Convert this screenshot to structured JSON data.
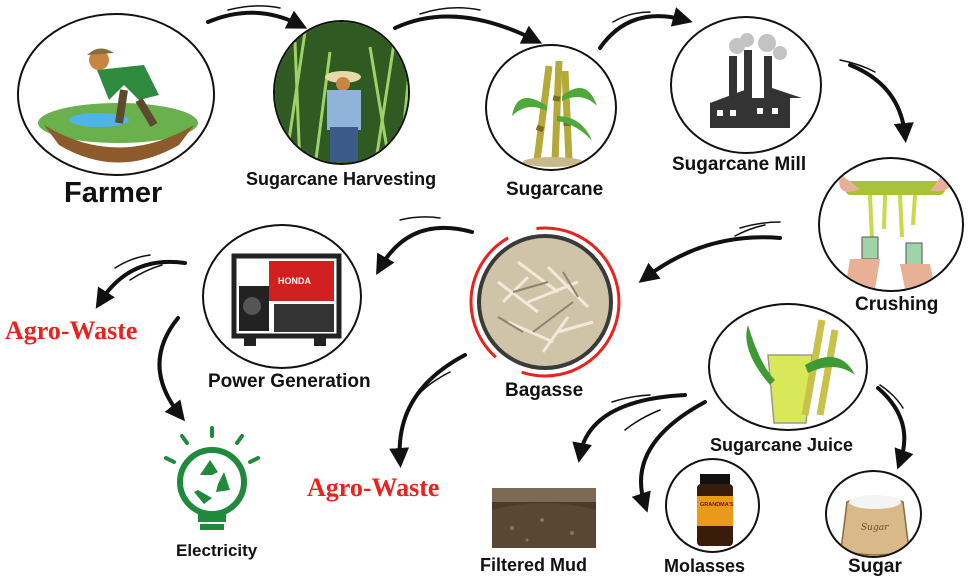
{
  "labels": {
    "farmer": "Farmer",
    "harvesting": "Sugarcane Harvesting",
    "sugarcane": "Sugarcane",
    "mill": "Sugarcane Mill",
    "crushing": "Crushing",
    "bagasse": "Bagasse",
    "power": "Power Generation",
    "agro_waste_left": "Agro-Waste",
    "agro_waste_mid": "Agro-Waste",
    "electricity": "Electricity",
    "juice": "Sugarcane Juice",
    "filtered_mud": "Filtered Mud",
    "molasses": "Molasses",
    "sugar": "Sugar"
  },
  "image_text": {
    "generator_brand": "HONDA",
    "molasses_jar": "GRANDMA'S",
    "sugar_sack": "Sugar"
  },
  "colors": {
    "accent_red": "#e8231f",
    "recycle_green": "#1f8a3c",
    "arrow": "#111111"
  }
}
